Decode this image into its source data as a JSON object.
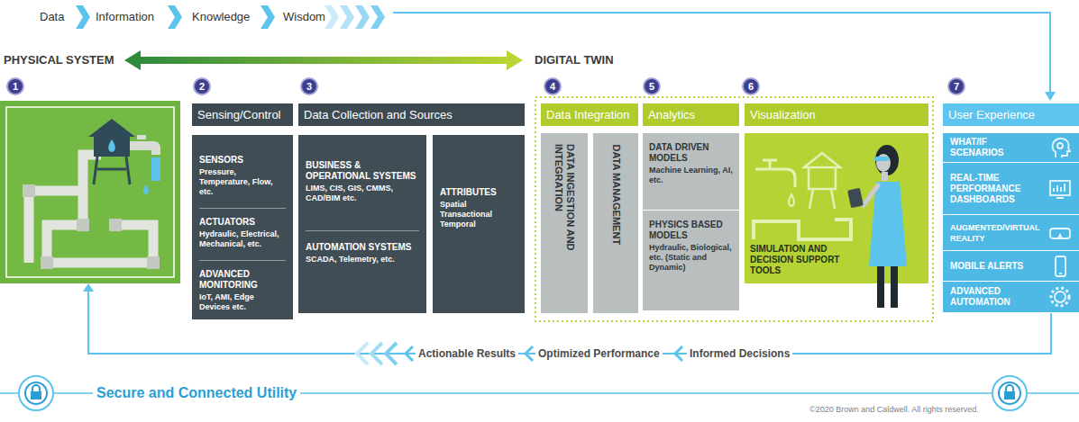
{
  "diagram": {
    "nodes": [
      {
        "text": [
          "Sensing/Control"
        ]
      },
      {
        "text": [
          "SENSORS",
          "Pressure, Temperature, Flow, etc.",
          "ACTUATORS",
          "Hydraulic, Electrical, Mechanical, etc.",
          "ADVANCED MONITORING",
          "IoT, AMI, Edge Devices etc."
        ],
        "in": 0
      },
      {
        "text": [
          "Data Collection and Sources"
        ]
      },
      {
        "text": [
          "BUSINESS & OPERATIONAL SYSTEMS",
          "LIMS, CIS, GIS, CMMS, CAD/BIM etc.",
          "AUTOMATION SYSTEMS",
          "SCADA, Telemetry, etc."
        ],
        "in": 2
      },
      {
        "text": [
          "ATTRIBUTES",
          "Spatial Transactional Temporal"
        ],
        "in": 2
      },
      {
        "text": [
          "Data Integration"
        ]
      },
      {
        "text": [
          "DATA INGESTION AND INTEGRATION"
        ],
        "in": 5
      },
      {
        "text": [
          "DATA MANAGEMENT"
        ],
        "in": 5
      },
      {
        "text": [
          "Analytics"
        ]
      },
      {
        "text": [
          "DATA DRIVEN MODELS",
          "Machine Learning, AI, etc."
        ],
        "in": 8
      },
      {
        "text": [
          "PHYSICS BASED MODELS",
          "Hydraulic, Biological, etc. (Static and Dynamic)"
        ],
        "in": 8
      },
      {
        "text": [
          "Visualization"
        ]
      },
      {
        "text": [
          "SIMULATION AND DECISION SUPPORT TOOLS"
        ],
        "in": 11
      },
      {
        "text": [
          "User Experience"
        ]
      },
      {
        "text": [
          "WHAT/IF SCENARIOS"
        ],
        "in": 13
      },
      {
        "text": [
          "REAL-TIME PERFORMANCE DASHBOARDS"
        ],
        "in": 13
      },
      {
        "text": [
          "AUGMENTED/VIRTUAL REALITY"
        ],
        "in": 13
      },
      {
        "text": [
          "MOBILE ALERTS"
        ],
        "in": 13
      },
      {
        "text": [
          "ADVANCED AUTOMATION"
        ],
        "in": 13
      }
    ],
    "labels": [
      "Data",
      "Information",
      "Knowledge",
      "Wisdom",
      "PHYSICAL SYSTEM",
      "DIGITAL TWIN",
      "1",
      "2",
      "3",
      "4",
      "5",
      "6",
      "7",
      "Actionable Results",
      "Optimized Performance",
      "Informed Decisions",
      "Secure and Connected Utility",
      "©2020 Brown and Caldwell. All rights reserved."
    ]
  }
}
